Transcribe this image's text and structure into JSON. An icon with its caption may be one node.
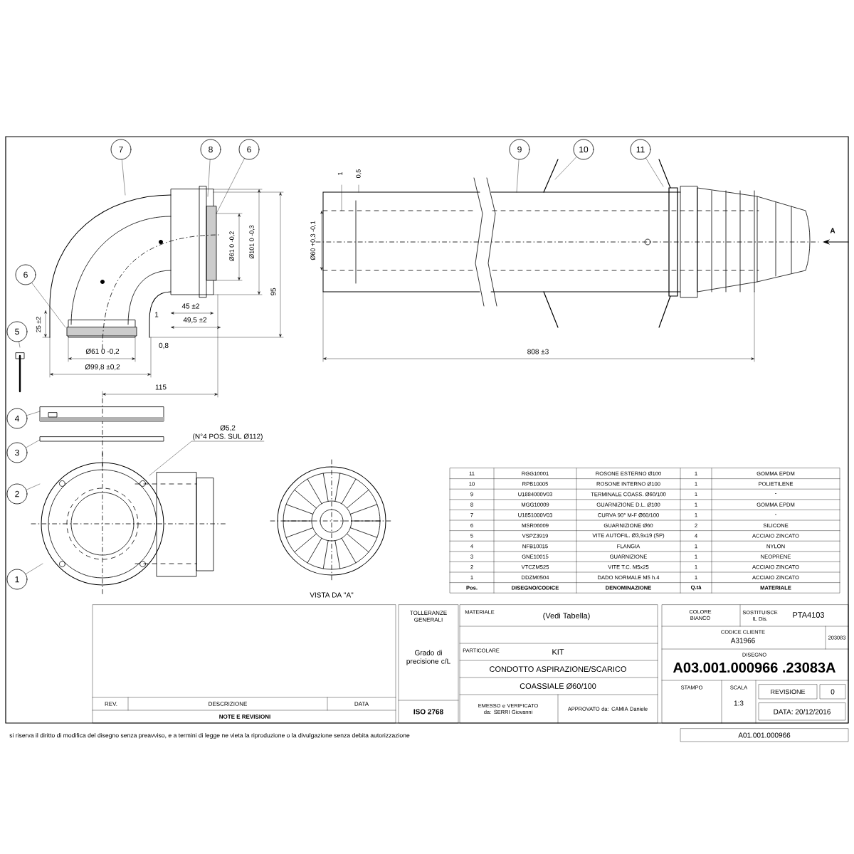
{
  "diagram": {
    "nodes": [
      {
        "text": [
          "7"
        ]
      },
      {
        "text": [
          "8"
        ]
      },
      {
        "text": [
          "6"
        ]
      },
      {
        "text": [
          "9"
        ]
      },
      {
        "text": [
          "10"
        ]
      },
      {
        "text": [
          "11"
        ]
      },
      {
        "text": [
          "6"
        ]
      },
      {
        "text": [
          "5"
        ]
      },
      {
        "text": [
          "4"
        ]
      },
      {
        "text": [
          "Ø5,2",
          "(N°4 POS. SUL Ø112)"
        ]
      },
      {
        "text": [
          "3"
        ]
      },
      {
        "text": [
          "2"
        ]
      },
      {
        "text": [
          "1"
        ]
      }
    ],
    "edges": [
      {
        "from": 0,
        "to": null,
        "arrow": "none"
      },
      {
        "from": 1,
        "to": null,
        "arrow": "none"
      },
      {
        "from": 2,
        "to": null,
        "arrow": "none"
      },
      {
        "from": 3,
        "to": null,
        "arrow": "none"
      },
      {
        "from": 4,
        "to": null,
        "arrow": "none"
      },
      {
        "from": 5,
        "to": null,
        "arrow": "none"
      },
      {
        "from": 6,
        "to": null,
        "arrow": "none"
      },
      {
        "from": 7,
        "to": null,
        "arrow": "none"
      },
      {
        "from": 8,
        "to": null,
        "arrow": "none"
      },
      {
        "from": 9,
        "to": null,
        "arrow": "none"
      },
      {
        "from": 10,
        "to": null,
        "arrow": "none"
      },
      {
        "from": 11,
        "to": null,
        "arrow": "none"
      },
      {
        "from": 12,
        "to": null,
        "arrow": "none"
      }
    ],
    "labels": [
      "1",
      "Ø61 0 -0,2",
      "Ø101 0 -0,3",
      "95",
      "45 ±2",
      "49,5 ±2",
      "25 ±2",
      "0,8",
      "Ø61 0 -0,2",
      "Ø99,8 ±0,2",
      "115",
      "1",
      "0,5",
      "Ø60 +0,3 -0,1",
      "808 ±3",
      "A",
      "VISTA DA \"A\"",
      "11",
      "RGG10001",
      "ROSONE ESTERNO Ø100",
      "1",
      "GOMMA EPDM",
      "10",
      "RPB10005",
      "ROSONE INTERNO Ø100",
      "1",
      "POLIETILENE",
      "9",
      "U1884000V03",
      "TERMINALE COASS. Ø60/100",
      "1",
      "-",
      "8",
      "MGG10009",
      "GUARNIZIONE D.L. Ø100",
      "1",
      "GOMMA EPDM",
      "7",
      "U1851000V03",
      "CURVA 90° M-F Ø60/100",
      "1",
      "-",
      "6",
      "MSR06009",
      "GUARNIZIONE Ø60",
      "2",
      "SILICONE",
      "5",
      "VSPZ3919",
      "VITE AUTOFIL. Ø3,9x19 (SP)",
      "4",
      "ACCIAIO ZINCATO",
      "4",
      "NFB10015",
      "FLANGIA",
      "1",
      "NYLON",
      "3",
      "GNE10015",
      "GUARNIZIONE",
      "1",
      "NEOPRENE",
      "2",
      "VTCZM525",
      "VITE T.C. M5x25",
      "1",
      "ACCIAIO ZINCATO",
      "1",
      "DDZM0504",
      "DADO NORMALE M5 h.4",
      "1",
      "ACCIAIO ZINCATO",
      "Pos.",
      "DISEGNO/CODICE",
      "DENOMINAZIONE",
      "Q.tà",
      "MATERIALE",
      "REV.",
      "DESCRIZIONE",
      "DATA",
      "NOTE E REVISIONI",
      "TOLLERANZE GENERALI",
      "Grado di precisione c/L",
      "ISO 2768",
      "MATERIALE",
      "(Vedi Tabella)",
      "PARTICOLARE",
      "KIT",
      "CONDOTTO ASPIRAZIONE/SCARICO",
      "COASSIALE Ø60/100",
      "EMESSO e VERIFICATO da: SERRI Giovanni",
      "APPROVATO da: CAMIA Daniele",
      "COLORE BIANCO",
      "SOSTITUISCE IL Dis.",
      "PTA4103",
      "CODICE CLIENTE",
      "A31966",
      "203083",
      "DISEGNO",
      "A03.001.000966 .23083A",
      "STAMPO",
      "SCALA",
      "1:3",
      "REVISIONE",
      "0",
      "DATA: 20/12/2016",
      "si riserva il diritto di modifica del disegno senza preavviso, e a termini di legge ne vieta la riproduzione o la divulgazione senza debita autorizzazione",
      "A01.001.000966"
    ]
  }
}
